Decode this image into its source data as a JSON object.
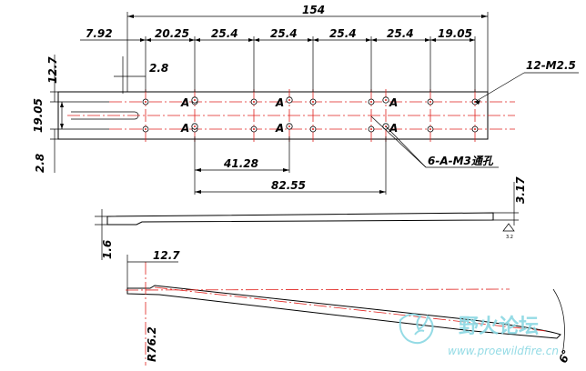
{
  "drawing": {
    "dimensions": {
      "overall_length": "154",
      "first_hole_offset": "7.92",
      "pitch_1": "20.25",
      "pitch_2": "25.4",
      "pitch_3": "25.4",
      "pitch_4": "25.4",
      "pitch_5": "25.4",
      "pitch_6": "19.05",
      "hole_to_top_edge": "12.7",
      "row_spacing": "19.05",
      "slot_start": "2.8",
      "slot_width": "2.8",
      "a_span_1": "41.28",
      "a_span_2": "82.55",
      "side_thickness_max": "3.17",
      "side_thickness_min": "1.6",
      "taper_start": "12.7",
      "bend_radius": "R76.2",
      "tilt_angle": "6°"
    },
    "callouts": {
      "tapped_holes": "12-M2.5",
      "through_holes": "6-A-M3通孔",
      "hole_mark": "A"
    },
    "surface_finish": "3.2",
    "watermark": {
      "name": "野火论坛",
      "url": "www.proewildfire.cn"
    }
  }
}
